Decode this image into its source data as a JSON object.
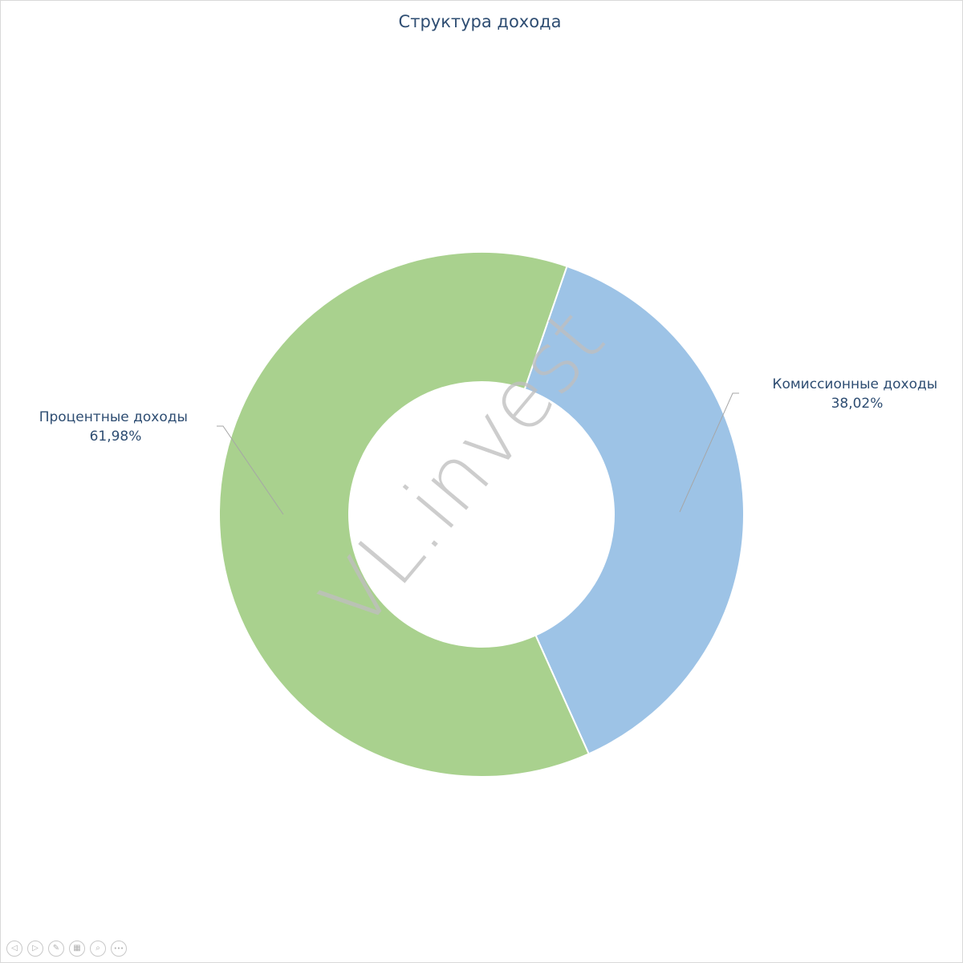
{
  "chart_data": {
    "type": "pie",
    "title": "Структура дохода",
    "donut": true,
    "categories": [
      "Комиссионные доходы",
      "Процентные доходы"
    ],
    "values": [
      38.02,
      61.98
    ],
    "value_labels": [
      "38,02%",
      "61,98%"
    ],
    "colors": [
      "#9dc3e6",
      "#a9d18e"
    ],
    "legend": "none",
    "start_angle_deg": 19
  },
  "watermark": "VL.invest",
  "toolbar": {
    "buttons": [
      {
        "icon": "previous-slide-icon",
        "glyph": "◁"
      },
      {
        "icon": "next-slide-icon",
        "glyph": "▷"
      },
      {
        "icon": "pen-icon",
        "glyph": "✎"
      },
      {
        "icon": "slides-grid-icon",
        "glyph": "▦"
      },
      {
        "icon": "zoom-icon",
        "glyph": "⌕"
      },
      {
        "icon": "more-options-icon",
        "glyph": "•••"
      }
    ]
  }
}
